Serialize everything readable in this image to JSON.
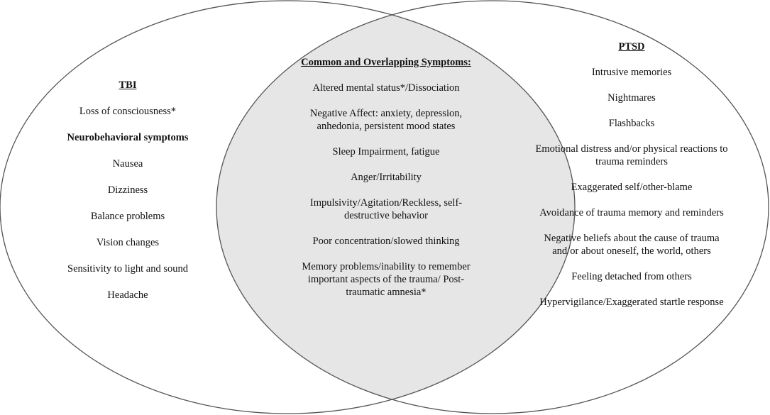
{
  "colors": {
    "overlap_fill": "#e6e6e6",
    "outline": "#555555",
    "background": "#ffffff"
  },
  "tbi": {
    "heading": "TBI",
    "items": [
      "Loss of consciousness*",
      "Neurobehavioral symptoms",
      "Nausea",
      "Dizziness",
      "Balance problems",
      "Vision changes",
      "Sensitivity to light and sound",
      "Headache"
    ]
  },
  "common": {
    "heading": "Common and Overlapping Symptoms:",
    "items": [
      "Altered mental status*/Dissociation",
      "Negative Affect: anxiety, depression, anhedonia, persistent mood states",
      "Sleep Impairment, fatigue",
      "Anger/Irritability",
      "Impulsivity/Agitation/Reckless, self-destructive behavior",
      "Poor concentration/slowed thinking",
      "Memory problems/inability to remember important aspects of the trauma/ Post-traumatic amnesia*"
    ]
  },
  "ptsd": {
    "heading": "PTSD",
    "items": [
      "Intrusive memories",
      "Nightmares",
      "Flashbacks",
      "Emotional distress and/or physical reactions to trauma reminders",
      "Exaggerated self/other-blame",
      "Avoidance of trauma memory and reminders",
      "Negative beliefs about the cause of trauma and/or about oneself, the world, others",
      "Feeling detached from others",
      "Hypervigilance/Exaggerated startle response"
    ]
  }
}
